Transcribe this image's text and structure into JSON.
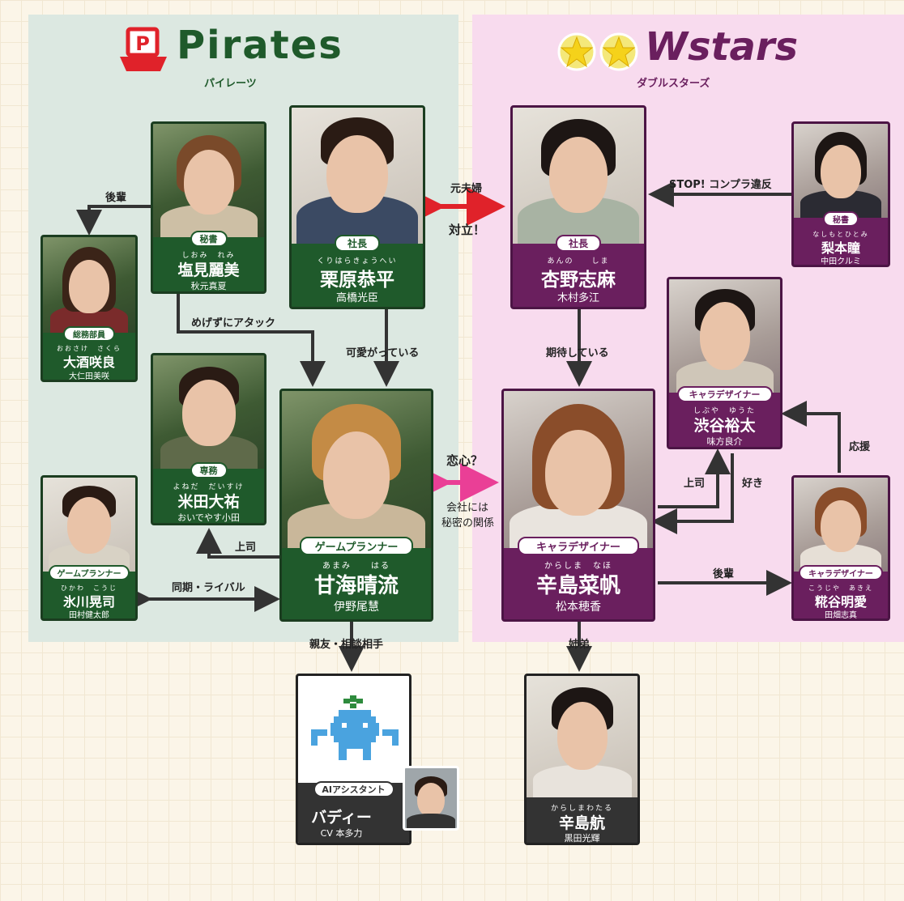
{
  "teams": {
    "pirates": {
      "name": "Pirates",
      "reading": "パイレーツ"
    },
    "wstars": {
      "name": "Wstars",
      "reading": "ダブルスターズ"
    }
  },
  "characters": {
    "kurihara": {
      "role": "社長",
      "ruby": "くりはらきょうへい",
      "name": "栗原恭平",
      "actor": "高橋光臣"
    },
    "shiomi": {
      "role": "秘書",
      "ruby": "しおみ　れみ",
      "name": "塩見麗美",
      "actor": "秋元真夏"
    },
    "ozake": {
      "role": "総務部員",
      "ruby": "おおさけ　さくら",
      "name": "大酒咲良",
      "actor": "大仁田美咲"
    },
    "yoneda": {
      "role": "専務",
      "ruby": "よねだ　だいすけ",
      "name": "米田大祐",
      "actor": "おいでやす小田"
    },
    "amami": {
      "role": "ゲームプランナー",
      "ruby": "あまみ　　はる",
      "name": "甘海晴流",
      "actor": "伊野尾慧"
    },
    "hikawa": {
      "role": "ゲームプランナー",
      "ruby": "ひかわ　こうじ",
      "name": "氷川晃司",
      "actor": "田村健太郎"
    },
    "anno": {
      "role": "社長",
      "ruby": "あんの　　しま",
      "name": "杏野志麻",
      "actor": "木村多江"
    },
    "nashimoto": {
      "role": "秘書",
      "ruby": "なしもとひとみ",
      "name": "梨本瞳",
      "actor": "中田クルミ"
    },
    "shibuya": {
      "role": "キャラデザイナー",
      "ruby": "しぶや　ゆうた",
      "name": "渋谷裕太",
      "actor": "味方良介"
    },
    "karashima": {
      "role": "キャラデザイナー",
      "ruby": "からしま　なほ",
      "name": "辛島菜帆",
      "actor": "松本穂香"
    },
    "kouji": {
      "role": "キャラデザイナー",
      "ruby": "こうじや　あきえ",
      "name": "糀谷明愛",
      "actor": "田畑志真"
    },
    "buddy": {
      "role": "AIアシスタント",
      "name": "バディー",
      "actor": "CV 本多力"
    },
    "wataru": {
      "ruby": "からしまわたる",
      "name": "辛島航",
      "actor": "黒田光輝"
    }
  },
  "relations": {
    "kohai_left": "後輩",
    "megezu": "めげずにアタック",
    "kawaigatte": "可愛がっている",
    "motofuufu": "元夫婦",
    "tairitsu": "対立！",
    "stop": "STOP! コンプラ違反",
    "kitai": "期待している",
    "koigokoro": "恋心？",
    "himitsu_1": "会社には",
    "himitsu_2": "秘密の関係",
    "joushi_left": "上司",
    "douki": "同期・ライバル",
    "shinyuu": "親友・相談相手",
    "kyoudai": "姉弟",
    "joushi_right": "上司",
    "suki": "好き",
    "ouen": "応援",
    "kohai_right": "後輩"
  },
  "colors": {
    "pirates_bg": "#dce8e1",
    "wstars_bg": "#f8dbee",
    "pirates_green": "#1f5a2b",
    "wstars_purple": "#6a1f5e",
    "conflict_red": "#e0222a",
    "love_pink": "#ea3f96",
    "arrow": "#333333"
  },
  "icons": [
    "pirate-ship-logo-icon",
    "double-star-logo-icon",
    "ai-robot-pixel-icon"
  ]
}
